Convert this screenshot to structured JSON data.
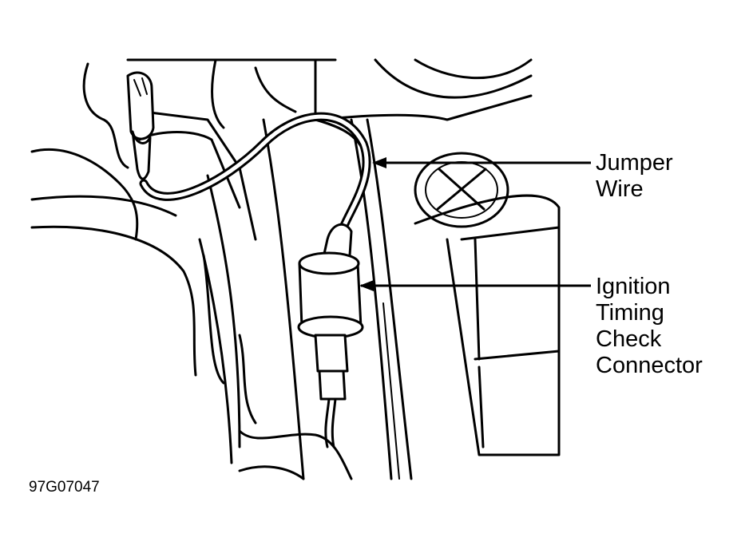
{
  "figure_id": "97G07047",
  "callouts": [
    {
      "line1": "Jumper",
      "line2": "Wire",
      "line3": "",
      "line4": ""
    },
    {
      "line1": "Ignition",
      "line2": "Timing",
      "line3": "Check",
      "line4": "Connector"
    }
  ]
}
